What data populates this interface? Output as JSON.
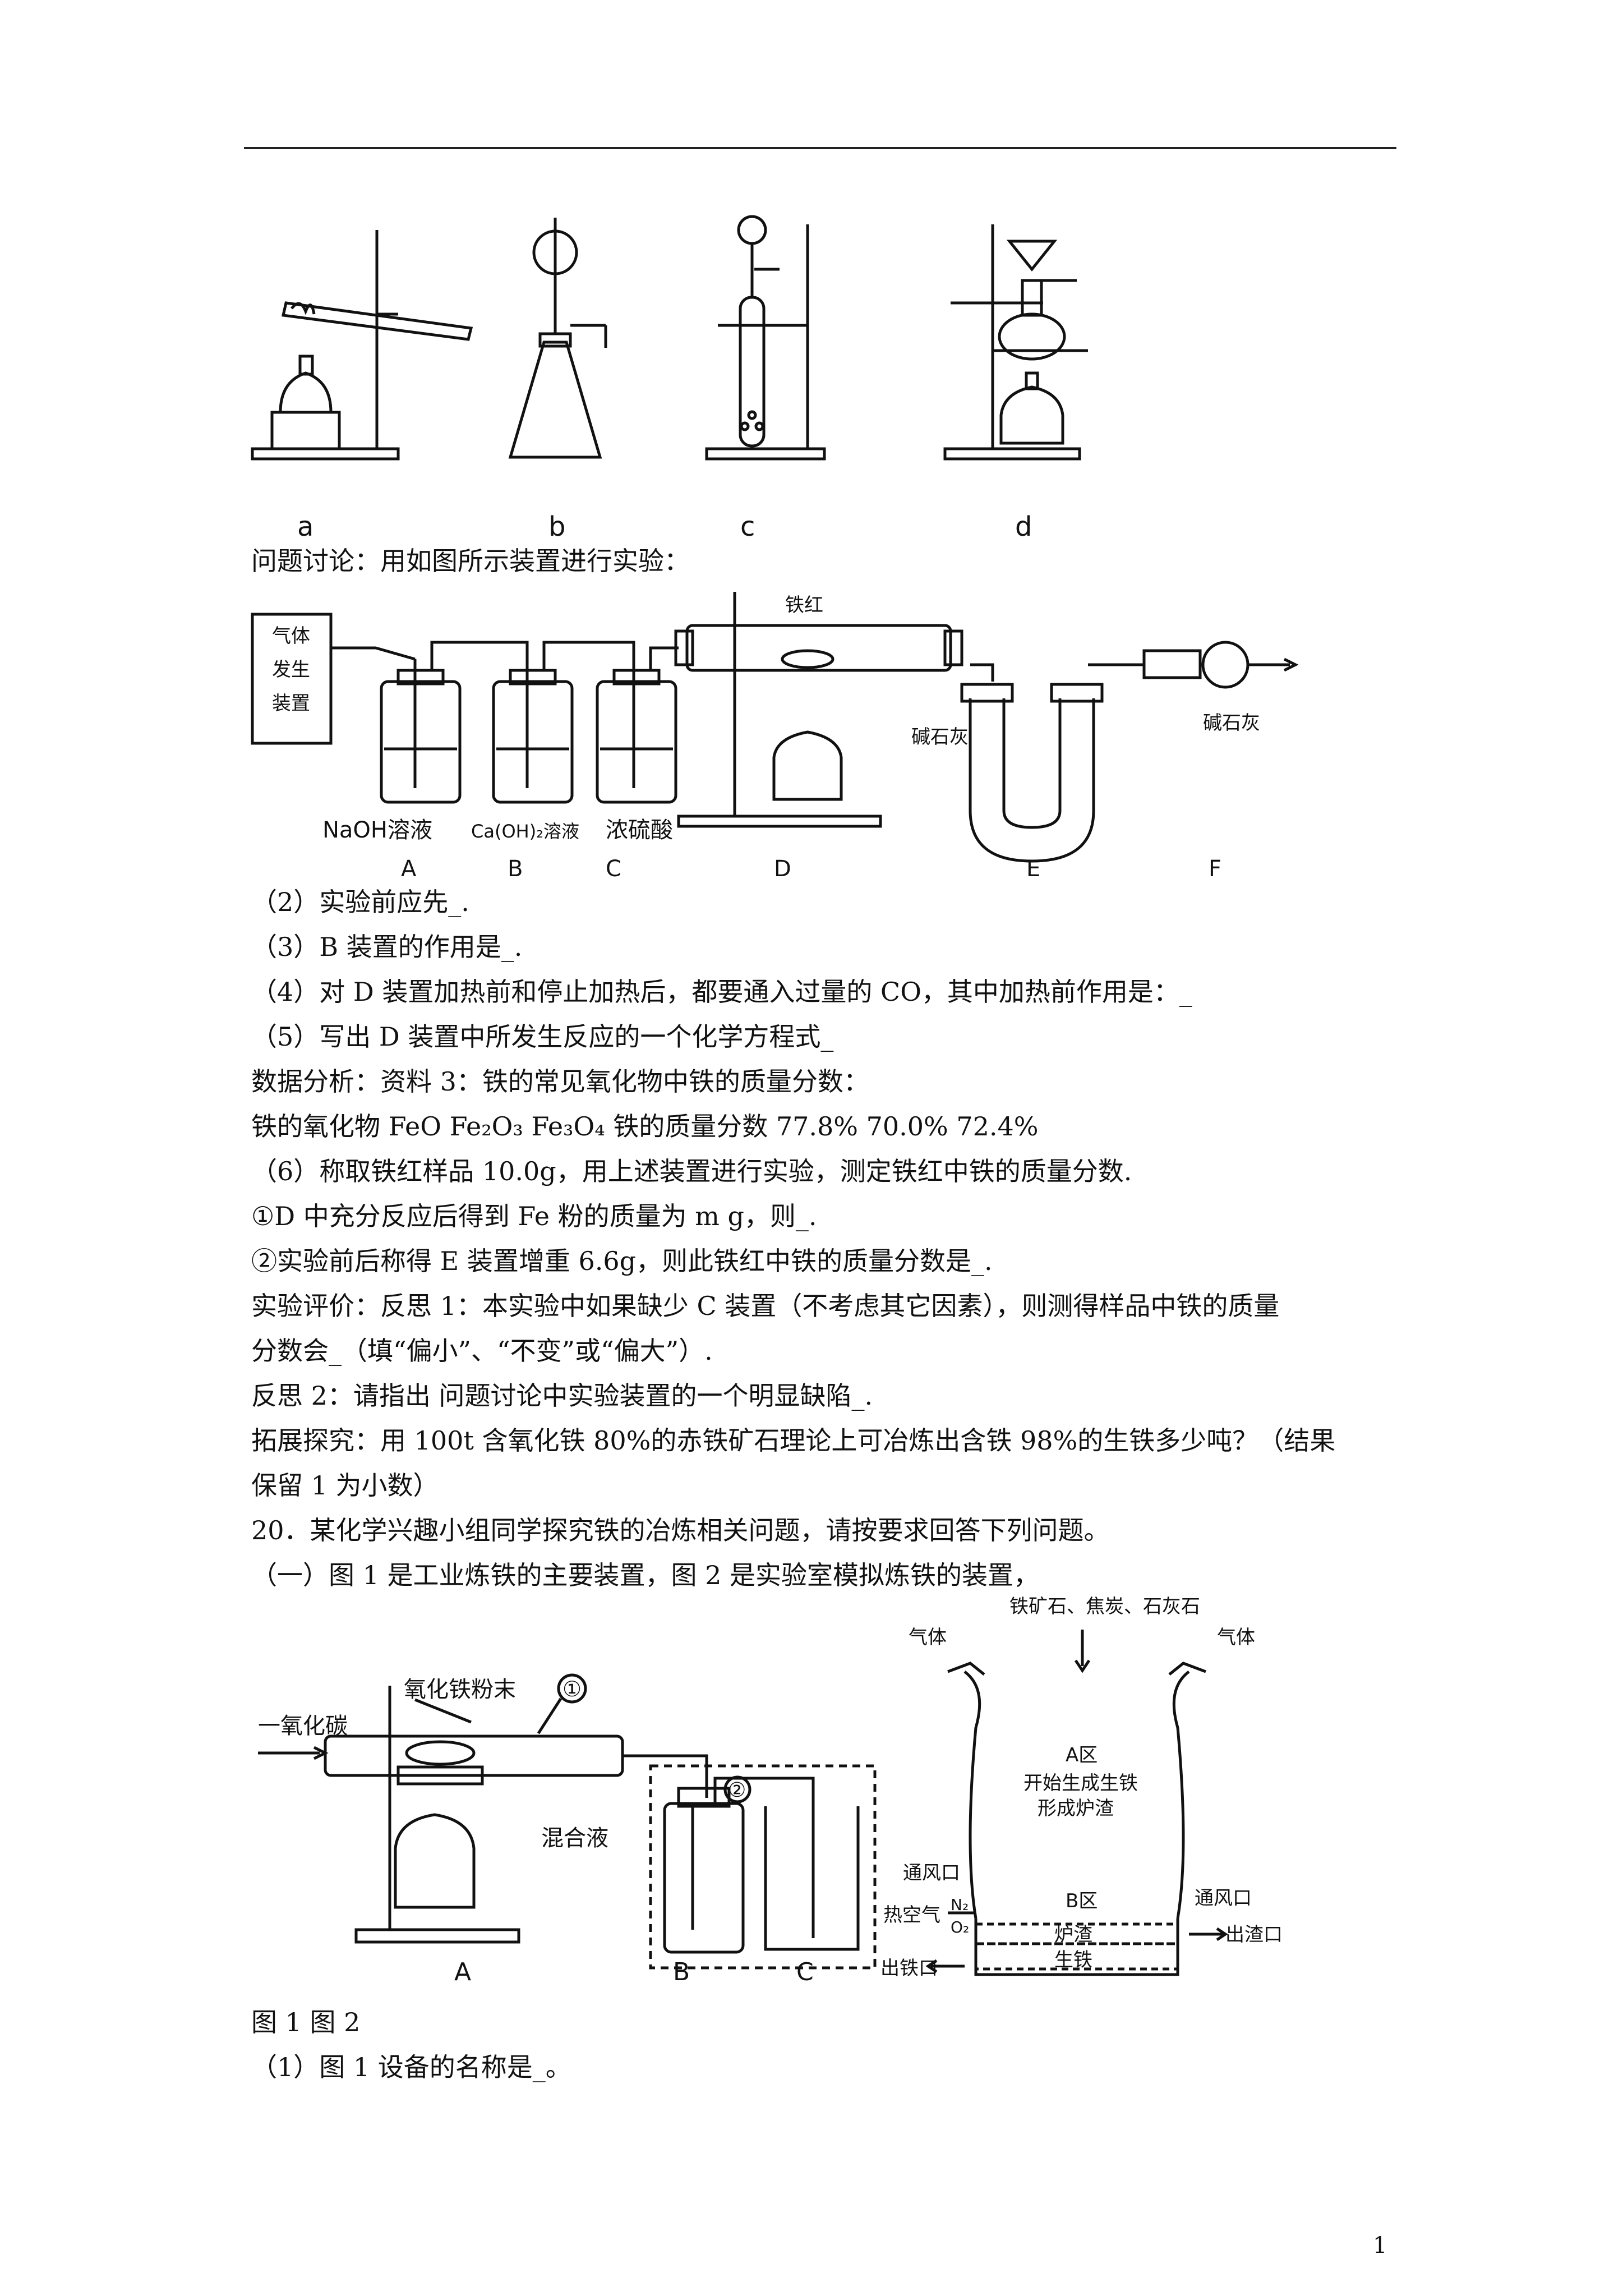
{
  "figure1": {
    "labels": [
      "a",
      "b",
      "c",
      "d"
    ]
  },
  "intro_line": "问题讨论：用如图所示装置进行实验：",
  "figure2": {
    "box_text": [
      "气体",
      "发生",
      "装置"
    ],
    "iron_red": "铁红",
    "soda_lime_e": "碱石灰",
    "soda_lime_f": "碱石灰",
    "bottle_a": "NaOH溶液",
    "bottle_b": "Ca(OH)₂溶液",
    "bottle_c": "浓硫酸",
    "letters": [
      "A",
      "B",
      "C",
      "D",
      "E",
      "F"
    ]
  },
  "lines": [
    "（2）实验前应先_.",
    "（3）B 装置的作用是_.",
    "（4）对 D 装置加热前和停止加热后，都要通入过量的 CO，其中加热前作用是：_",
    "（5）写出 D 装置中所发生反应的一个化学方程式_",
    "数据分析：资料 3：铁的常见氧化物中铁的质量分数：",
    "铁的氧化物 FeO Fe₂O₃ Fe₃O₄ 铁的质量分数 77.8% 70.0% 72.4%",
    "（6）称取铁红样品 10.0g，用上述装置进行实验，测定铁红中铁的质量分数.",
    "①D 中充分反应后得到 Fe 粉的质量为 m g，则_.",
    "②实验前后称得 E 装置增重 6.6g，则此铁红中铁的质量分数是_.",
    "实验评价：反思 1：本实验中如果缺少 C 装置（不考虑其它因素），则测得样品中铁的质量",
    "分数会_（填“偏小”、“不变”或“偏大”）.",
    "反思 2：请指出 问题讨论中实验装置的一个明显缺陷_.",
    "拓展探究：用 100t 含氧化铁 80%的赤铁矿石理论上可冶炼出含铁 98%的生铁多少吨？（结果",
    "保留 1 为小数）",
    "20．某化学兴趣小组同学探究铁的冶炼相关问题，请按要求回答下列问题。",
    "（一）图 1 是工业炼铁的主要装置，图 2 是实验室模拟炼铁的装置，"
  ],
  "figure3": {
    "co_label": "一氧化碳",
    "powder_label": "氧化铁粉末",
    "mark1": "①",
    "mark2": "②",
    "mixed_label": "混合液",
    "letters": [
      "A",
      "B",
      "C"
    ]
  },
  "figure4": {
    "top_label": "铁矿石、焦炭、石灰石",
    "gas_left": "气体",
    "gas_right": "气体",
    "zone_a": "A区",
    "zone_a_line1": "开始生成生铁",
    "zone_a_line2": "形成炉渣",
    "zone_b": "B区",
    "vent_left": "通风口",
    "vent_right": "通风口",
    "hot_air": "热空气",
    "n2": "N₂",
    "o2": "O₂",
    "slag": "炉渣",
    "pig_iron": "生铁",
    "slag_outlet": "出渣口",
    "iron_outlet": "出铁口"
  },
  "caption": "图 1 图 2",
  "last_line": "（1）图 1 设备的名称是_。",
  "page_number": "1"
}
